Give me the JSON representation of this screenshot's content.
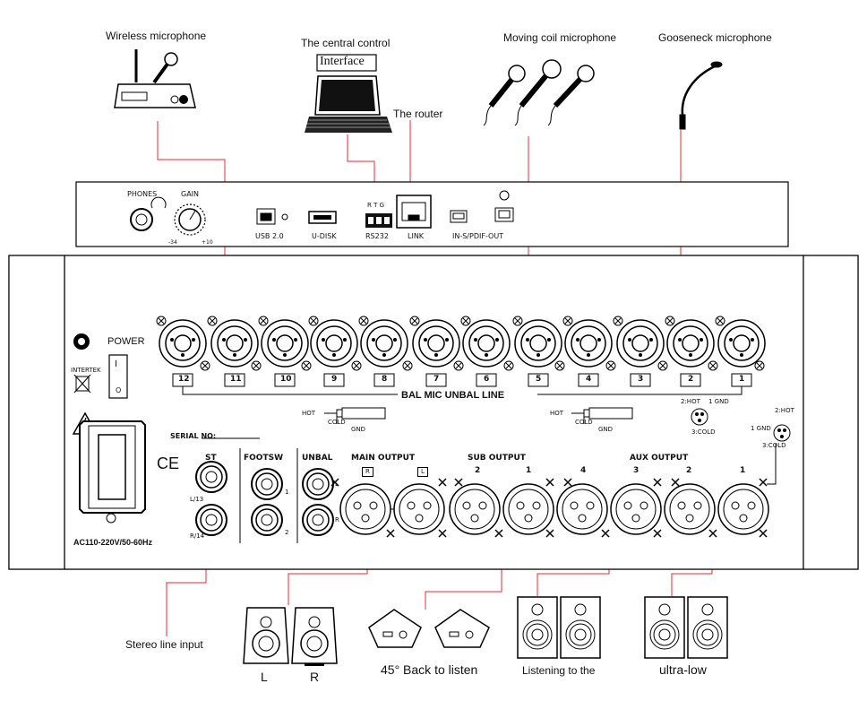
{
  "devices": {
    "wireless_mic": "Wireless microphone",
    "central_control": "The central control",
    "interface_box": "Interface",
    "router": "The router",
    "moving_coil_mic": "Moving coil microphone",
    "gooseneck_mic": "Gooseneck microphone"
  },
  "top_panel": {
    "phones": "PHONES",
    "gain": "GAIN",
    "gain_min": "-34",
    "gain_max": "+10",
    "usb": "USB 2.0",
    "udisk": "U-DISK",
    "rtg": "R T G",
    "rs232": "RS232",
    "link": "LINK",
    "spdif": "IN-S/PDIF-OUT"
  },
  "rear_panel": {
    "power": "POWER",
    "intertek": "INTERTEK",
    "power_on": "I",
    "power_off": "O",
    "ac": "AC110-220V/50-60Hz",
    "ce": "CE",
    "serial": "SERIAL NO:",
    "channels": [
      "12",
      "11",
      "10",
      "9",
      "8",
      "7",
      "6",
      "5",
      "4",
      "3",
      "2",
      "1"
    ],
    "bal_mic_line": "BAL MIC UNBAL LINE",
    "jack1": {
      "hot": "HOT",
      "cold": "COLD",
      "gnd": "GND"
    },
    "jack2": {
      "hot": "HOT",
      "cold": "COLD",
      "gnd": "GND"
    },
    "xlr_female": {
      "hot": "2:HOT",
      "gnd": "1 GND",
      "cold": "3:COLD"
    },
    "xlr_male": {
      "hot": "2:HOT",
      "gnd": "1 GND",
      "cold": "3:COLD"
    },
    "st": {
      "title": "ST",
      "l": "L/13",
      "r": "R/14"
    },
    "footsw": {
      "title": "FOOTSW",
      "n1": "1",
      "n2": "2"
    },
    "unbal": {
      "title": "UNBAL",
      "l": "L",
      "r": "R"
    },
    "main_output": {
      "title": "MAIN OUTPUT",
      "r": "R",
      "l": "L"
    },
    "sub_output": {
      "title": "SUB OUTPUT",
      "n2": "2",
      "n1": "1"
    },
    "aux_output": {
      "title": "AUX OUTPUT",
      "n4": "4",
      "n3": "3",
      "n2": "2",
      "n1": "1"
    }
  },
  "outputs": {
    "stereo_line_input": "Stereo line input",
    "speaker_l": "L",
    "speaker_r": "R",
    "back_to_listen": "45°  Back to listen",
    "listening": "Listening to the",
    "ultra_low": "ultra-low"
  }
}
